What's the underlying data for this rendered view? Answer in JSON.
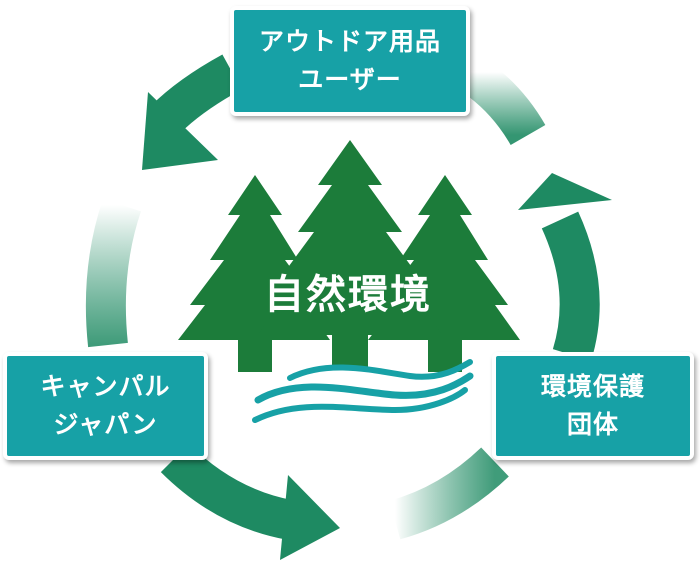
{
  "center": {
    "label": "自然環境"
  },
  "nodes": {
    "top": {
      "line1": "アウトドア用品",
      "line2": "ユーザー"
    },
    "left": {
      "line1": "キャンパル",
      "line2": "ジャパン"
    },
    "right": {
      "line1": "環境保護",
      "line2": "団体"
    }
  },
  "colors": {
    "arrow": "#1e8a62",
    "box": "#17a1a6",
    "tree": "#1c7c3a",
    "water": "#17a1a6"
  },
  "icons": [
    "cycle-arrow-icon",
    "tree-icon",
    "water-wave-icon"
  ]
}
